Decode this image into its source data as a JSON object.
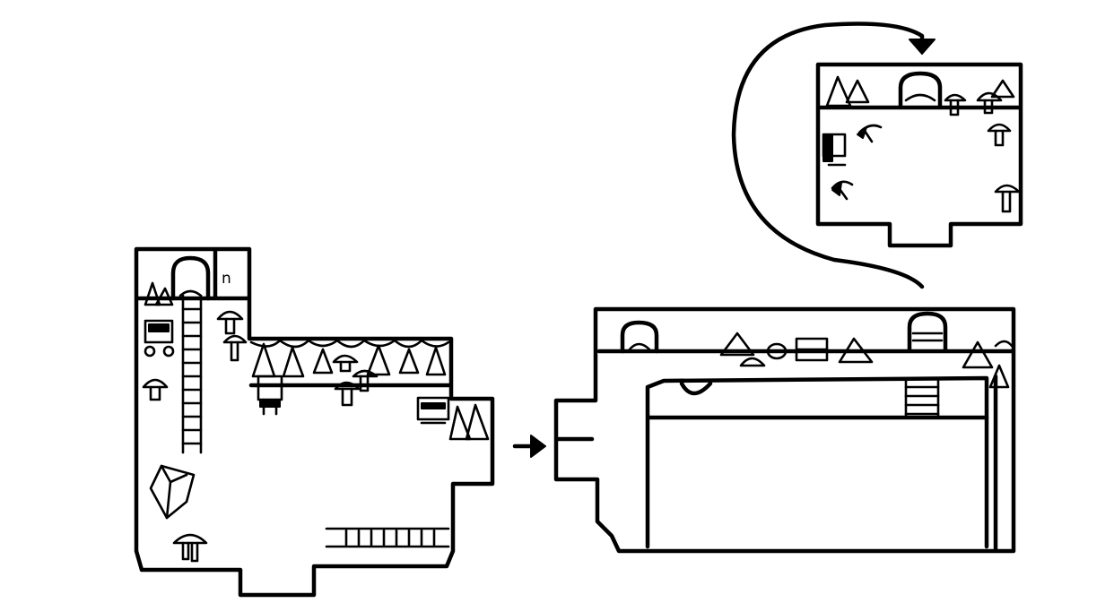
{
  "canvas": {
    "background": "#ffffff",
    "ink": "#000000"
  },
  "rooms": [
    {
      "id": "cave-l-shaped-room",
      "kind": "l-shaped-room"
    },
    {
      "id": "long-hall-room",
      "kind": "rectangular-hall"
    },
    {
      "id": "upper-chamber-room",
      "kind": "small-chamber"
    }
  ],
  "connections": [
    {
      "from": "cave-l-shaped-room",
      "to": "long-hall-room",
      "style": "straight-arrow"
    },
    {
      "from": "long-hall-room",
      "to": "upper-chamber-room",
      "style": "curved-arrow"
    }
  ],
  "sign": {
    "text": "n"
  },
  "icons": [
    "mushroom-icon",
    "crystal-icon",
    "arched-door-icon",
    "ladder-icon",
    "minecart-icon",
    "crate-icon",
    "pickaxe-icon",
    "tree-stump-icon"
  ]
}
